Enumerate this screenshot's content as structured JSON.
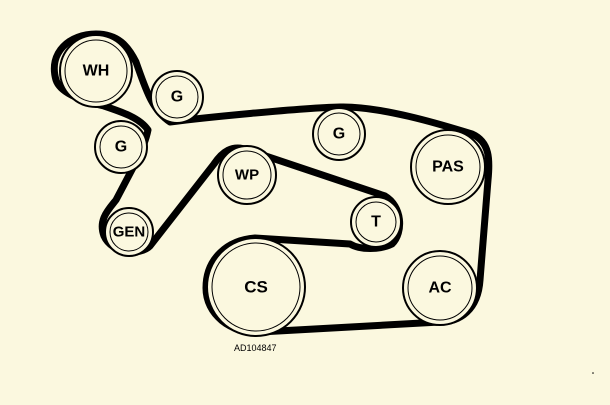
{
  "pulleys": {
    "wh": {
      "label": "WH"
    },
    "g1": {
      "label": "G"
    },
    "g2": {
      "label": "G"
    },
    "g3": {
      "label": "G"
    },
    "wp": {
      "label": "WP"
    },
    "pas": {
      "label": "PAS"
    },
    "gen": {
      "label": "GEN"
    },
    "t": {
      "label": "T"
    },
    "cs": {
      "label": "CS"
    },
    "ac": {
      "label": "AC"
    }
  },
  "reference": "AD104847",
  "colors": {
    "background": "#fbf8df",
    "line": "#000000"
  }
}
